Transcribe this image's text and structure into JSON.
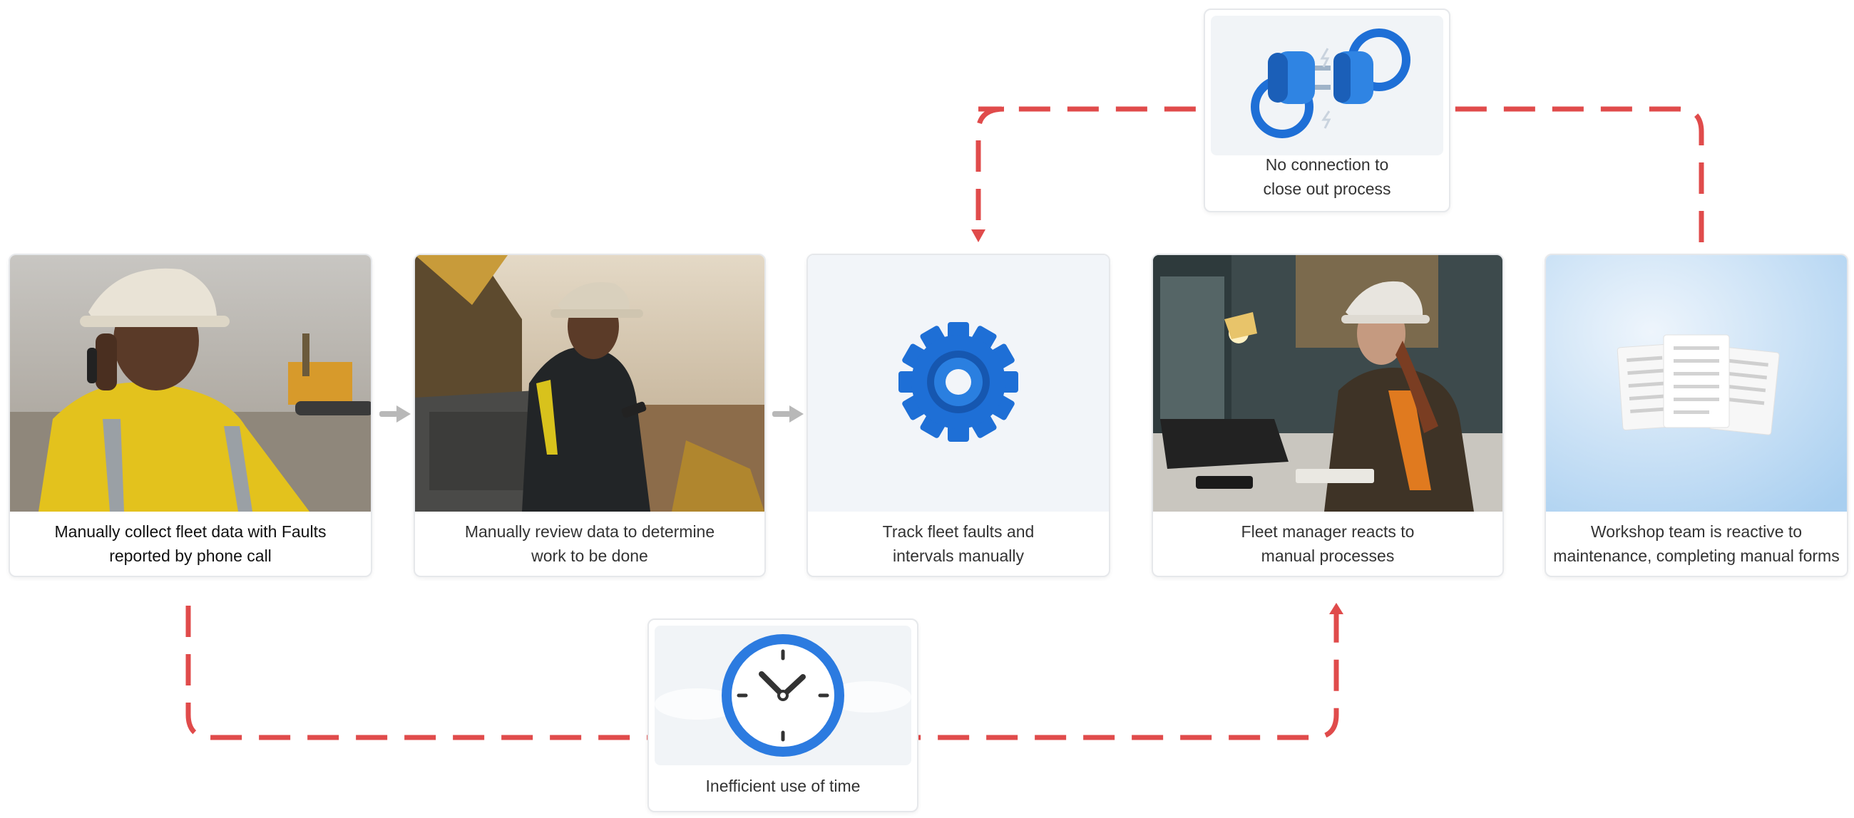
{
  "steps": [
    {
      "line1": "Manually collect fleet data with Faults",
      "line2": "reported by phone call",
      "icon": "worker-phone-photo"
    },
    {
      "line1": "Manually review data to determine",
      "line2": "work to be done",
      "icon": "worker-phone-equipment-photo"
    },
    {
      "line1": "Track fleet faults and",
      "line2": "intervals manually",
      "icon": "gear-icon"
    },
    {
      "line1": "Fleet manager reacts to",
      "line2": "manual processes",
      "icon": "manager-desk-photo"
    },
    {
      "line1": "Workshop team is reactive to",
      "line2": "maintenance, completing manual forms",
      "icon": "documents-icon"
    }
  ],
  "issues": {
    "top": {
      "line1": "No connection to",
      "line2": "close out process",
      "icon": "unplugged-icon"
    },
    "bottom": {
      "line1": "Inefficient use of time",
      "icon": "clock-icon"
    }
  },
  "colors": {
    "loop": "#e04b4b",
    "accent": "#1e6fd6",
    "arrow": "#b5b5b5"
  }
}
